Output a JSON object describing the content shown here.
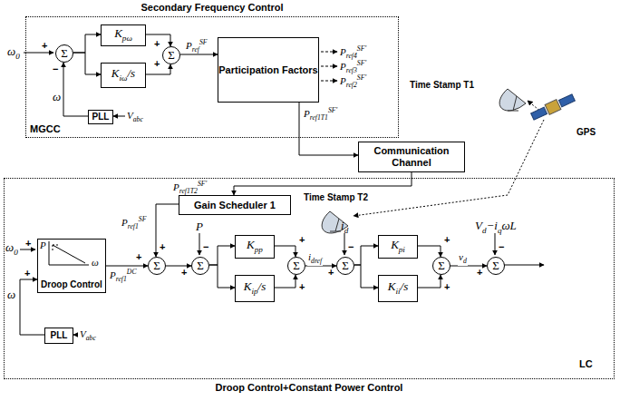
{
  "diagram": {
    "nodes": [
      {
        "text": [
          "Secondary Frequency Control",
          "MGCC"
        ]
      },
      {
        "text": [
          "Σ"
        ],
        "in": 0
      },
      {
        "text": [
          "Kpω"
        ],
        "in": 0
      },
      {
        "text": [
          "Kiω/s"
        ],
        "in": 0
      },
      {
        "text": [
          "Σ"
        ],
        "in": 0
      },
      {
        "text": [
          "Participation Factors"
        ],
        "in": 0
      },
      {
        "text": [
          "PLL"
        ],
        "in": 0
      },
      {
        "text": [
          "Communication Channel"
        ]
      },
      {
        "text": [
          "LC",
          "Droop Control+Constant Power Control"
        ]
      },
      {
        "text": [
          "Gain Scheduler 1"
        ],
        "in": 8
      },
      {
        "text": [
          "Droop Control"
        ],
        "in": 8
      },
      {
        "text": [
          "Σ"
        ],
        "in": 8
      },
      {
        "text": [
          "Σ"
        ],
        "in": 8
      },
      {
        "text": [
          "Kpp"
        ],
        "in": 8
      },
      {
        "text": [
          "Kip/s"
        ],
        "in": 8
      },
      {
        "text": [
          "Σ"
        ],
        "in": 8
      },
      {
        "text": [
          "Σ"
        ],
        "in": 8
      },
      {
        "text": [
          "Kpi"
        ],
        "in": 8
      },
      {
        "text": [
          "Kii/s"
        ],
        "in": 8
      },
      {
        "text": [
          "Σ"
        ],
        "in": 8
      },
      {
        "text": [
          "Σ"
        ],
        "in": 8
      },
      {
        "text": [
          "PLL"
        ],
        "in": 8
      }
    ],
    "edges": [
      {
        "from": 1,
        "to": 2,
        "arrow": "to"
      },
      {
        "from": 1,
        "to": 3,
        "arrow": "to"
      },
      {
        "from": 2,
        "to": 4,
        "arrow": "to"
      },
      {
        "from": 3,
        "to": 4,
        "arrow": "to"
      },
      {
        "from": 4,
        "to": 5,
        "arrow": "to",
        "label": "PrefSF"
      },
      {
        "from": 6,
        "to": 1,
        "arrow": "to"
      },
      {
        "from": 5,
        "to": 7,
        "arrow": "to",
        "label": "Pref1T1SF'"
      },
      {
        "from": 7,
        "to": 9,
        "arrow": "to",
        "label": "Pref1T2SF'"
      },
      {
        "from": 9,
        "to": 11,
        "arrow": "to",
        "label": "Pref1SF"
      },
      {
        "from": 10,
        "to": 11,
        "arrow": "to",
        "label": "Pref1DC"
      },
      {
        "from": 11,
        "to": 12,
        "arrow": "to"
      },
      {
        "from": 12,
        "to": 13,
        "arrow": "to"
      },
      {
        "from": 12,
        "to": 14,
        "arrow": "to"
      },
      {
        "from": 13,
        "to": 15,
        "arrow": "to"
      },
      {
        "from": 14,
        "to": 15,
        "arrow": "to"
      },
      {
        "from": 15,
        "to": 16,
        "arrow": "to",
        "label": "idref"
      },
      {
        "from": 16,
        "to": 17,
        "arrow": "to"
      },
      {
        "from": 16,
        "to": 18,
        "arrow": "to"
      },
      {
        "from": 17,
        "to": 19,
        "arrow": "to"
      },
      {
        "from": 18,
        "to": 19,
        "arrow": "to"
      },
      {
        "from": 19,
        "to": 20,
        "arrow": "to",
        "label": "vd"
      },
      {
        "from": 21,
        "to": 10,
        "arrow": "to"
      }
    ],
    "labels": [
      "ω0",
      "+",
      "−",
      "ω",
      "Vabc",
      "+",
      "+",
      "Pref4SF'",
      "Pref3SF'",
      "Pref2SF'",
      "Time Stamp T1",
      "GPS",
      "Time Stamp T2",
      "ω0",
      "+",
      "ω",
      "+",
      "P",
      "ω",
      "Vabc",
      "+",
      "+",
      "P",
      "−",
      "+",
      "+",
      "+",
      "id",
      "−",
      "+",
      "+",
      "+",
      "Vd−iqωL",
      "−",
      "+"
    ]
  }
}
